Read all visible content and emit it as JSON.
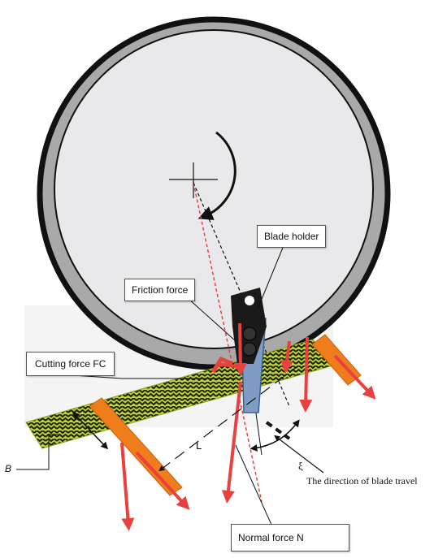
{
  "labels": {
    "blade_holder": "Blade holder",
    "friction_force": "Friction force",
    "cutting_force": "Cutting force FC",
    "normal_force": "Normal force   N",
    "blade_travel": "The direction of blade travel",
    "length_symbol": "L",
    "angle_symbol": "ξ",
    "b_symbol": "B"
  },
  "colors": {
    "force_arrow": "#e8413f",
    "guide_bar": "#f07d1c",
    "wheel_rim": "#a9a9a9",
    "wheel_face": "#e9e9eb",
    "blade": "#7e9cc4",
    "fabric": "#b8cf2c"
  }
}
